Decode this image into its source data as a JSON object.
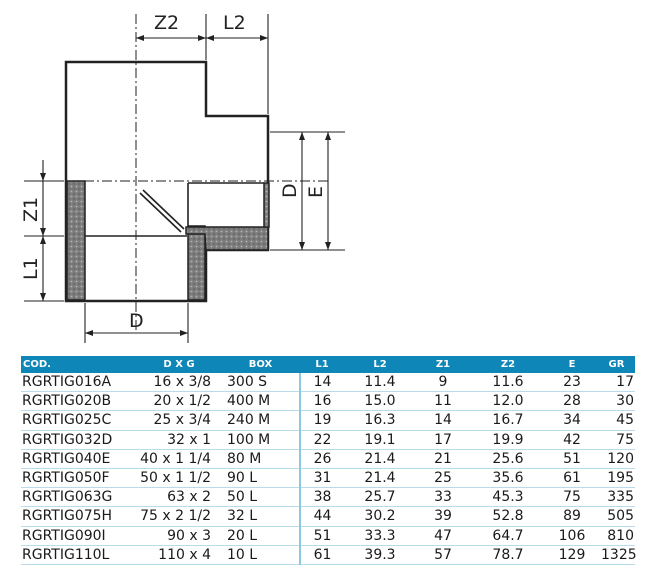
{
  "drawing": {
    "labels": {
      "z2": "Z2",
      "l2": "L2",
      "z1": "Z1",
      "l1": "L1",
      "d_bottom": "D",
      "d_side": "D",
      "e_side": "E"
    }
  },
  "table": {
    "headers": [
      "COD.",
      "D X G",
      "BOX",
      "L1",
      "L2",
      "Z1",
      "Z2",
      "E",
      "GR"
    ],
    "rows": [
      [
        "RGRTIG016A",
        "16 x 3/8",
        "300 S",
        "14",
        "11.4",
        "9",
        "11.6",
        "23",
        "17"
      ],
      [
        "RGRTIG020B",
        "20 x 1/2",
        "400 M",
        "16",
        "15.0",
        "11",
        "12.0",
        "28",
        "30"
      ],
      [
        "RGRTIG025C",
        "25 x 3/4",
        "240 M",
        "19",
        "16.3",
        "14",
        "16.7",
        "34",
        "45"
      ],
      [
        "RGRTIG032D",
        "32 x 1",
        "100 M",
        "22",
        "19.1",
        "17",
        "19.9",
        "42",
        "75"
      ],
      [
        "RGRTIG040E",
        "40 x 1 1/4",
        "80 M",
        "26",
        "21.4",
        "21",
        "25.6",
        "51",
        "120"
      ],
      [
        "RGRTIG050F",
        "50 x 1 1/2",
        "90 L",
        "31",
        "21.4",
        "25",
        "35.6",
        "61",
        "195"
      ],
      [
        "RGRTIG063G",
        "63 x 2",
        "50 L",
        "38",
        "25.7",
        "33",
        "45.3",
        "75",
        "335"
      ],
      [
        "RGRTIG075H",
        "75 x 2 1/2",
        "32 L",
        "44",
        "30.2",
        "39",
        "52.8",
        "89",
        "505"
      ],
      [
        "RGRTIG090I",
        "90 x 3",
        "20 L",
        "51",
        "33.3",
        "47",
        "64.7",
        "106",
        "810"
      ],
      [
        "RGRTIG110L",
        "110 x 4",
        "10 L",
        "61",
        "39.3",
        "57",
        "78.7",
        "129",
        "1325"
      ]
    ]
  }
}
